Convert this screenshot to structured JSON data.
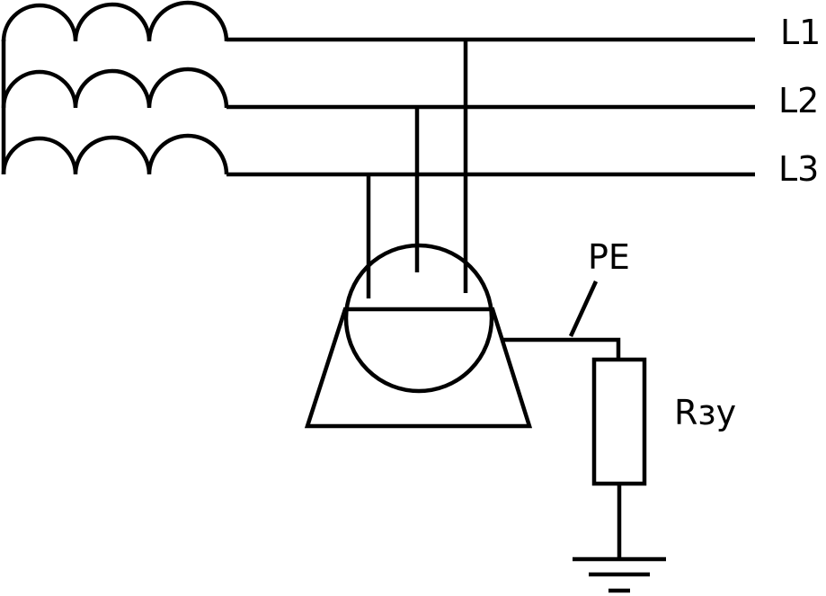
{
  "diagram": {
    "phases": [
      {
        "label": "L1"
      },
      {
        "label": "L2"
      },
      {
        "label": "L3"
      }
    ],
    "protective_conductor": {
      "label": "PE"
    },
    "ground_resistor": {
      "label": "Rзу"
    },
    "colors": {
      "stroke": "#000000",
      "background": "#ffffff"
    }
  }
}
